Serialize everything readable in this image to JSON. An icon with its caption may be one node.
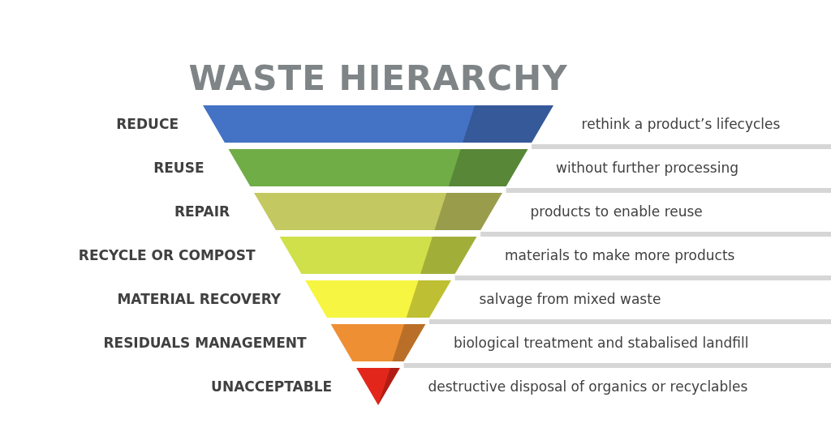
{
  "diagram": {
    "title": "WASTE HIERARCHY",
    "nodes": [
      {
        "text": [
          "REDUCE"
        ],
        "beside": [
          "rethink a product’s lifecycles"
        ]
      },
      {
        "text": [
          "REUSE"
        ],
        "beside": [
          "without further processing"
        ]
      },
      {
        "text": [
          "REPAIR"
        ],
        "beside": [
          "products to enable reuse"
        ]
      },
      {
        "text": [
          "RECYCLE OR COMPOST"
        ],
        "beside": [
          "materials to make more products"
        ]
      },
      {
        "text": [
          "MATERIAL RECOVERY"
        ],
        "beside": [
          "salvage from mixed waste"
        ]
      },
      {
        "text": [
          "RESIDUALS MANAGEMENT"
        ],
        "beside": [
          "biological treatment and stabalised landfill"
        ]
      },
      {
        "text": [
          "UNACCEPTABLE"
        ],
        "beside": [
          "destructive disposal of organics or recyclables"
        ]
      }
    ]
  }
}
